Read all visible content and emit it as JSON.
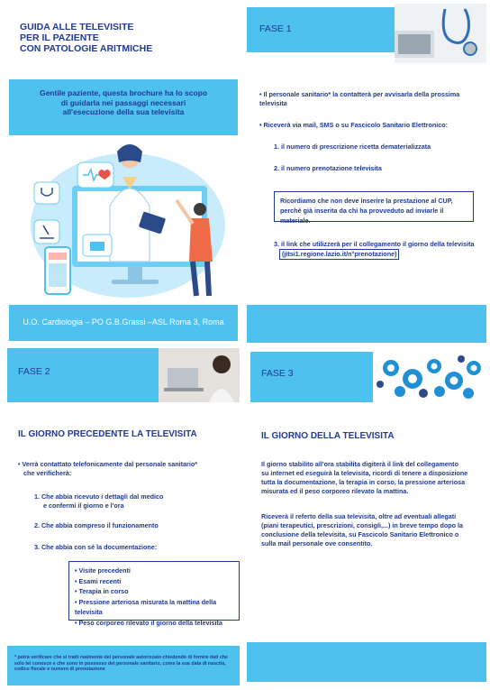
{
  "panel1": {
    "title_lines": [
      "GUIDA ALLE TELEVISITE",
      "PER IL PAZIENTE",
      "CON PATOLOGIE ARITMICHE"
    ],
    "intro_lines": [
      "Gentile paziente, questa brochure ha lo scopo",
      "di guidarla nei passaggi necessari",
      "all'esecuzione della sua televisita"
    ],
    "footer": "U.O. Cardiologia – PO G.B.Grassi –ASL Roma 3, Roma"
  },
  "panel2": {
    "header": "FASE 1",
    "bullet1": "• Il personale sanitario* la contatterà per avvisarla della prossima televisita",
    "bullet2": "• Riceverà via mail, SMS o su Fascicolo Sanitario Elettronico:",
    "item1": "1. il numero di prescrizione ricetta dematerializzata",
    "item2": "2. il numero prenotazione televisita",
    "note_lines": [
      "Ricordiamo che non deve inserire la prestazione al CUP,",
      "perché già inserita da chi ha provveduto ad inviarle il materiale."
    ],
    "item3_line1": "3. il link che utilizzerà per il collegamento il giorno della televisita",
    "item3_line2": "(jitsi1.regione.lazio.it/n°prenotazione)"
  },
  "panel3": {
    "header": "FASE 2",
    "section_title": "IL GIORNO PRECEDENTE LA TELEVISITA",
    "intro_line1": "• Verrà contattato telefonicamente dal personale sanitario*",
    "intro_line2": "che verificherà:",
    "item1_line1": "1. Che abbia ricevuto i dettagli dal medico",
    "item1_line2": "e confermi il giorno e l'ora",
    "item2": "2. Che abbia compreso il funzionamento",
    "item3": "3. Che abbia con sé la documentazione:",
    "docs": [
      "• Visite precedenti",
      "• Esami recenti",
      "• Terapia in corso",
      "• Pressione arteriosa misurata la mattina della televisita",
      "• Peso corporeo rilevato il giorno della televisita"
    ],
    "footnote_lines": [
      "* potrà verificare che si tratti realmente del personale autorizzato chiedendo di fornire dati che",
      "solo lei conosce e che sono in possesso del personale sanitario, come la sua data di nascita,",
      "codice fiscale e numero di prenotazione"
    ]
  },
  "panel4": {
    "header": "FASE 3",
    "section_title": "IL GIORNO DELLA TELEVISITA",
    "para1_lines": [
      "Il giorno stabilito all'ora stabilita digiterà il link del collegamento",
      "su internet ed eseguirà la televisita, ricordi di tenere a disposizione",
      "tutta la documentazione, la terapia in corso, la pressione arteriosa",
      "misurata ed il peso corporeo rilevato la mattina."
    ],
    "para2_lines": [
      "Riceverà il referto della sua televisita, oltre ad eventuali allegati",
      "(piani terapeutici, prescrizioni, consigli,...) in breve tempo dopo la",
      "conclusione della televisita, su Fascicolo Sanitario Elettronico o",
      "sulla mail personale ove consentito."
    ]
  },
  "colors": {
    "accent": "#4fc1ef",
    "text": "#1f3a93",
    "white": "#ffffff"
  },
  "icons": [
    "heart-icon",
    "stethoscope-icon",
    "microscope-icon",
    "calendar-icon",
    "gear-icon"
  ]
}
